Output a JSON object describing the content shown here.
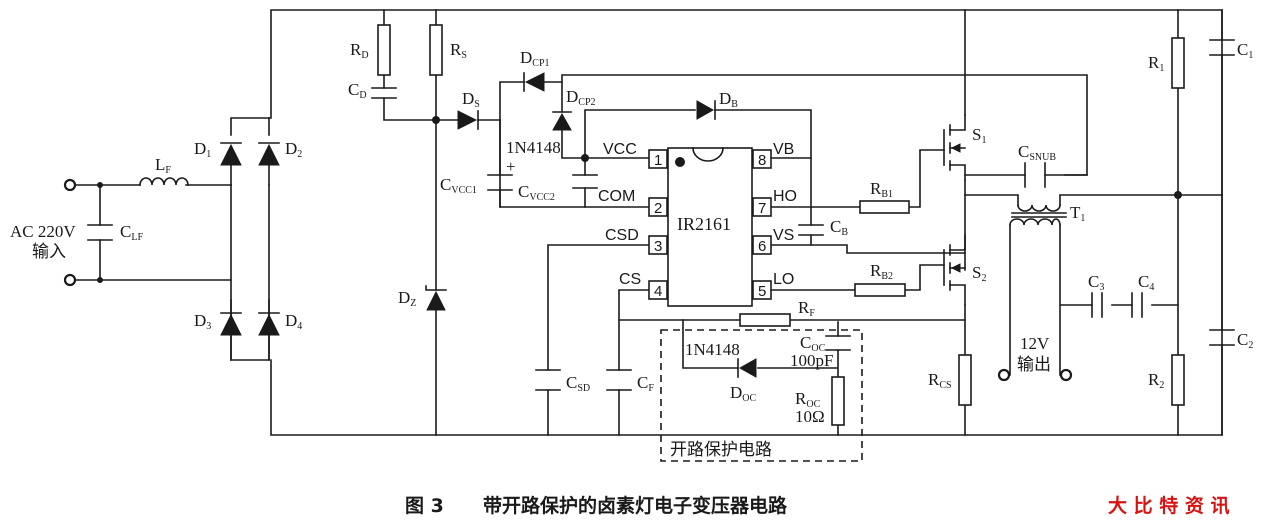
{
  "figure": {
    "caption_number": "图 3",
    "caption_title": "带开路保护的卤素灯电子变压器电路",
    "watermark": "大 比 特 资 讯"
  },
  "ic": {
    "name": "IR2161",
    "pins": [
      {
        "num": "1",
        "name": "VCC"
      },
      {
        "num": "2",
        "name": "COM"
      },
      {
        "num": "3",
        "name": "CSD"
      },
      {
        "num": "4",
        "name": "CS"
      },
      {
        "num": "5",
        "name": "LO"
      },
      {
        "num": "6",
        "name": "VS"
      },
      {
        "num": "7",
        "name": "HO"
      },
      {
        "num": "8",
        "name": "VB"
      }
    ]
  },
  "input": {
    "line1": "AC 220V",
    "line2": "输入"
  },
  "output": {
    "line1": "12V",
    "line2": "输出"
  },
  "protection_block": {
    "label": "开路保护电路"
  },
  "components": {
    "LF": {
      "main": "L",
      "sub": "F"
    },
    "CLF": {
      "main": "C",
      "sub": "LF"
    },
    "D1": {
      "main": "D",
      "sub": "1"
    },
    "D2": {
      "main": "D",
      "sub": "2"
    },
    "D3": {
      "main": "D",
      "sub": "3"
    },
    "D4": {
      "main": "D",
      "sub": "4"
    },
    "RD": {
      "main": "R",
      "sub": "D"
    },
    "CD": {
      "main": "C",
      "sub": "D"
    },
    "RS": {
      "main": "R",
      "sub": "S"
    },
    "DS": {
      "main": "D",
      "sub": "S"
    },
    "DZ": {
      "main": "D",
      "sub": "Z"
    },
    "DCP1": {
      "main": "D",
      "sub": "CP1"
    },
    "DCP2": {
      "main": "D",
      "sub": "CP2"
    },
    "DCP2_part": "1N4148",
    "CVCC1": {
      "main": "C",
      "sub": "VCC1"
    },
    "CVCC2": {
      "main": "C",
      "sub": "VCC2"
    },
    "DB": {
      "main": "D",
      "sub": "B"
    },
    "CB": {
      "main": "C",
      "sub": "B"
    },
    "RB1": {
      "main": "R",
      "sub": "B1"
    },
    "RB2": {
      "main": "R",
      "sub": "B2"
    },
    "S1": {
      "main": "S",
      "sub": "1"
    },
    "S2": {
      "main": "S",
      "sub": "2"
    },
    "CSNUB": {
      "main": "C",
      "sub": "SNUB"
    },
    "T1": {
      "main": "T",
      "sub": "1"
    },
    "RCS": {
      "main": "R",
      "sub": "CS"
    },
    "CSD": {
      "main": "C",
      "sub": "SD"
    },
    "CF": {
      "main": "C",
      "sub": "F"
    },
    "RF": {
      "main": "R",
      "sub": "F"
    },
    "DOC": {
      "main": "D",
      "sub": "OC"
    },
    "DOC_part": "1N4148",
    "COC": {
      "main": "C",
      "sub": "OC"
    },
    "COC_value": "100pF",
    "ROC": {
      "main": "R",
      "sub": "OC"
    },
    "ROC_value": "10Ω",
    "C3": {
      "main": "C",
      "sub": "3"
    },
    "C4": {
      "main": "C",
      "sub": "4"
    },
    "R1": {
      "main": "R",
      "sub": "1"
    },
    "R2": {
      "main": "R",
      "sub": "2"
    },
    "C1": {
      "main": "C",
      "sub": "1"
    },
    "C2": {
      "main": "C",
      "sub": "2"
    },
    "plus_sign": "+"
  }
}
